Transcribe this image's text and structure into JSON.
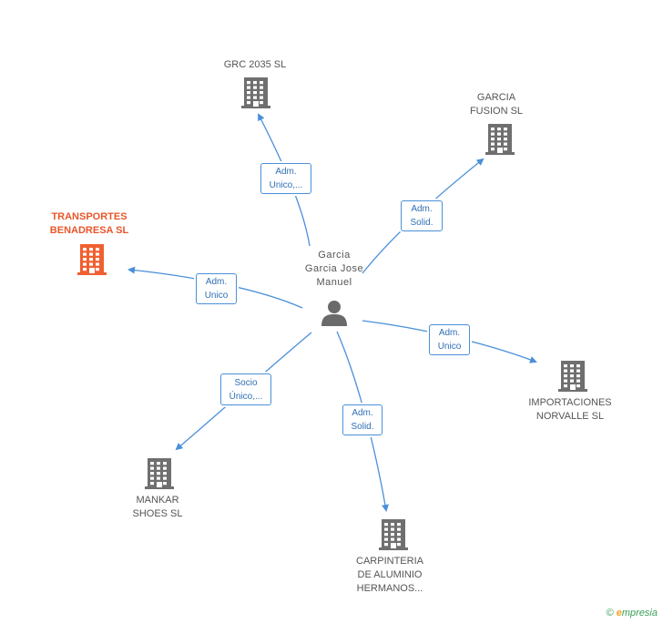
{
  "center": {
    "label": "Garcia\nGarcia Jose\nManuel"
  },
  "companies": [
    {
      "id": "grc",
      "label": "GRC 2035  SL"
    },
    {
      "id": "fusion",
      "label": "GARCIA\nFUSION SL"
    },
    {
      "id": "transportes",
      "label": "TRANSPORTES\nBENADRESA SL",
      "highlight": true
    },
    {
      "id": "importaciones",
      "label": "IMPORTACIONES\nNORVALLE SL"
    },
    {
      "id": "mankar",
      "label": "MANKAR\nSHOES SL"
    },
    {
      "id": "carpinteria",
      "label": "CARPINTERIA\nDE ALUMINIO\nHERMANOS..."
    }
  ],
  "edges": [
    {
      "id": "grc",
      "label": "Adm.\nUnico,..."
    },
    {
      "id": "fusion",
      "label": "Adm.\nSolid."
    },
    {
      "id": "transportes",
      "label": "Adm.\nUnico"
    },
    {
      "id": "importaciones",
      "label": "Adm.\nUnico"
    },
    {
      "id": "mankar",
      "label": "Socio\nÚnico,..."
    },
    {
      "id": "carpinteria",
      "label": "Adm.\nSolid."
    }
  ],
  "colors": {
    "edge": "#4a90d9",
    "building": "#6f6f6f",
    "building_highlight": "#f06030",
    "person": "#6a6a6a"
  },
  "footer": {
    "copyright": "©",
    "brand_e": "e",
    "brand_rest": "mpresia"
  }
}
